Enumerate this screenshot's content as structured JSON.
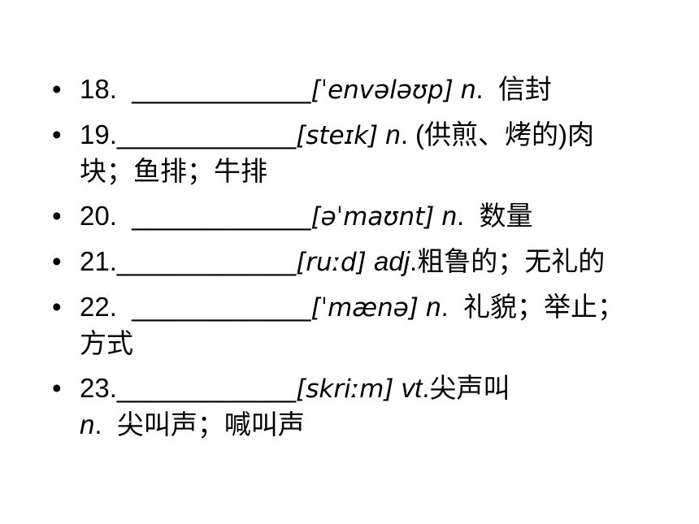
{
  "bullet": "•",
  "items": [
    {
      "num": "18.",
      "sep": "  ",
      "blank": "____________",
      "phonetic": "[ˈenvələʊp]",
      "pos": "n",
      "post_pos": ".",
      "gap": "  ",
      "meaning": "信封"
    },
    {
      "num": "19.",
      "sep": "",
      "blank": "____________",
      "phonetic": "[steɪk]",
      "pos": "n",
      "post_pos": ".",
      "gap": " ",
      "meaning": "(供煎、烤的)肉块；鱼排；牛排"
    },
    {
      "num": "20.",
      "sep": "  ",
      "blank": "____________",
      "phonetic": "[əˈmaʊnt]",
      "pos": "n",
      "post_pos": ".",
      "gap": "  ",
      "meaning": "数量"
    },
    {
      "num": "21.",
      "sep": "",
      "blank": "____________",
      "phonetic": "[ruːd]",
      "pos": "adj",
      "post_pos": ".",
      "gap": "",
      "meaning": "粗鲁的；无礼的"
    },
    {
      "num": "22.",
      "sep": "  ",
      "blank": "____________",
      "phonetic": "[ˈmænə]",
      "pos": "n",
      "post_pos": ".",
      "gap": "  ",
      "meaning": "礼貌；举止；方式"
    },
    {
      "num": "23.",
      "sep": "",
      "blank": "____________",
      "phonetic": "[skriːm]",
      "pos": "vt",
      "post_pos": ".",
      "gap": "",
      "meaning": "尖声叫",
      "line2_pos": "n",
      "line2_post_pos": ".",
      "line2_gap": "  ",
      "line2_meaning": "尖叫声；喊叫声"
    }
  ]
}
